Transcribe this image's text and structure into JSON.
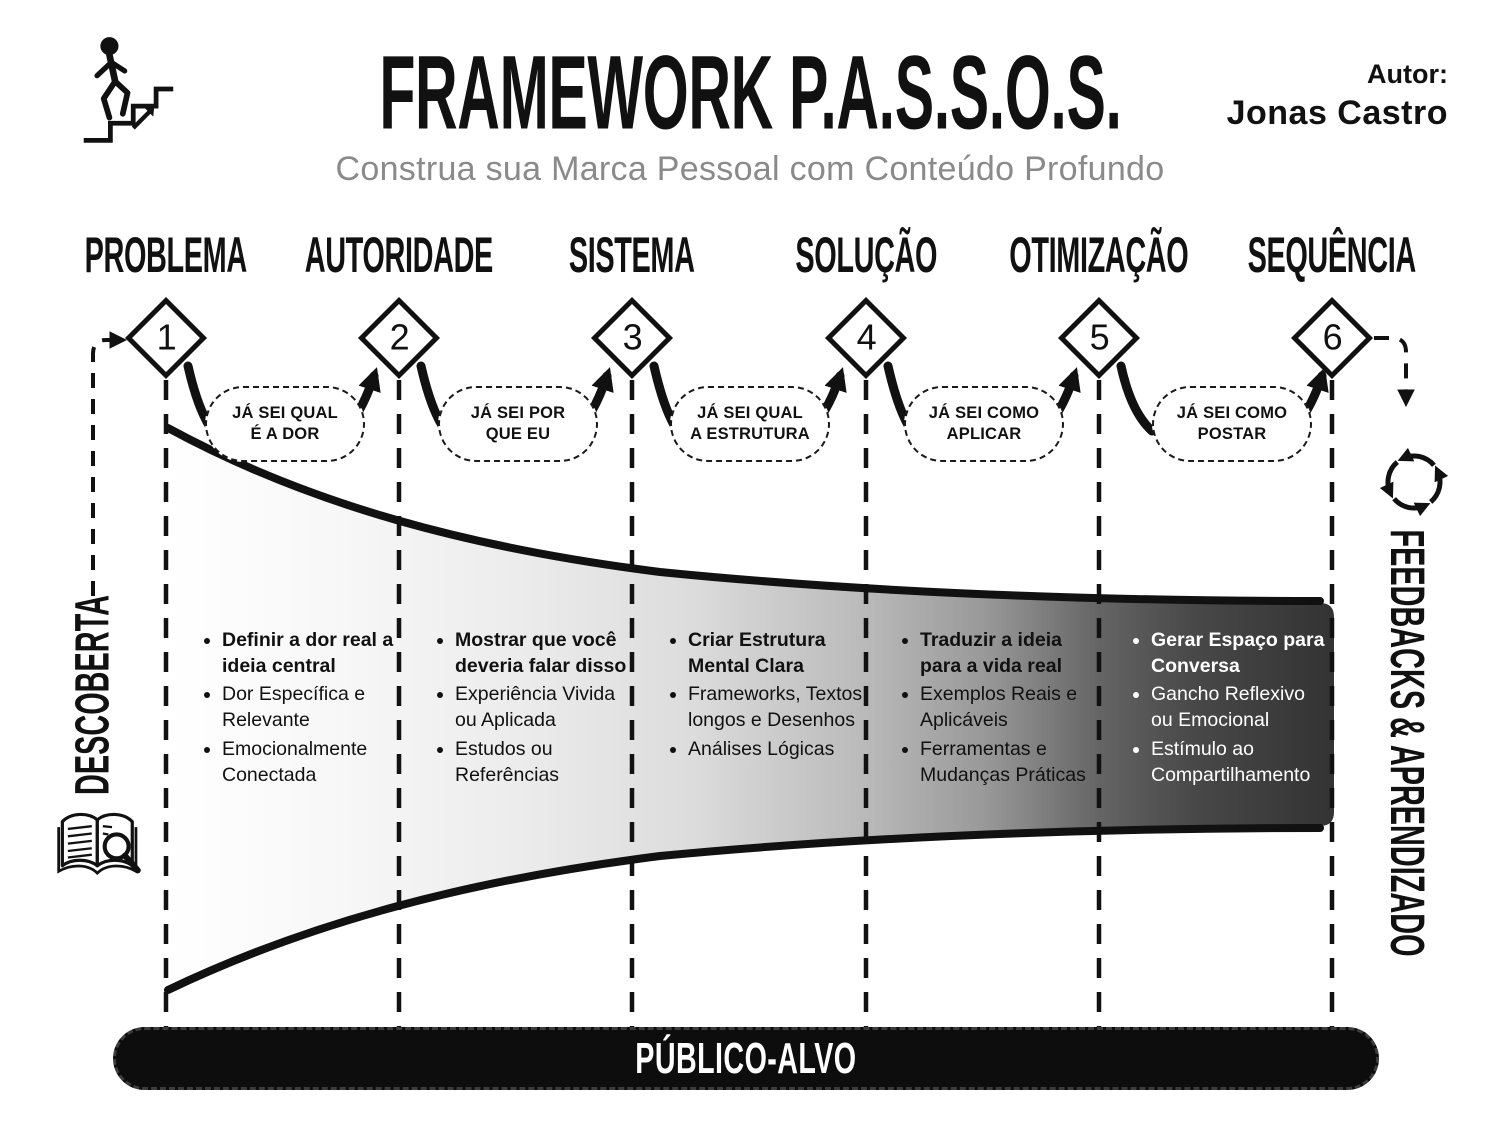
{
  "header": {
    "title": "FRAMEWORK P.A.S.S.O.S.",
    "subtitle": "Construa sua Marca Pessoal com Conteúdo Profundo",
    "author_label": "Autor:",
    "author_name": "Jonas Castro"
  },
  "stages": [
    {
      "number": "1",
      "label": "PROBLEMA",
      "lead": "Definir a dor real a ideia central",
      "points": [
        "Dor Específica e Relevante",
        "Emocionalmente Conectada"
      ]
    },
    {
      "number": "2",
      "label": "AUTORIDADE",
      "lead": "Mostrar que você deveria falar disso",
      "points": [
        "Experiência Vivida ou Aplicada",
        "Estudos ou Referências"
      ]
    },
    {
      "number": "3",
      "label": "SISTEMA",
      "lead": "Criar Estrutura Mental Clara",
      "points": [
        "Frameworks, Textos longos e Desenhos",
        "Análises Lógicas"
      ]
    },
    {
      "number": "4",
      "label": "SOLUÇÃO",
      "lead": "Traduzir a ideia para a vida real",
      "points": [
        "Exemplos Reais e Aplicáveis",
        "Ferramentas e Mudanças Práticas"
      ]
    },
    {
      "number": "5",
      "label": "OTIMIZAÇÃO",
      "lead": "Gerar Espaço para Conversa",
      "points": [
        "Gancho Reflexivo ou Emocional",
        "Estímulo ao Compartilhamento"
      ]
    },
    {
      "number": "6",
      "label": "SEQUÊNCIA",
      "lead": "",
      "points": [
        "",
        ""
      ]
    }
  ],
  "bubbles": [
    {
      "line1": "JÁ SEI QUAL",
      "line2": "É A DOR"
    },
    {
      "line1": "JÁ SEI POR",
      "line2": "QUE EU"
    },
    {
      "line1": "JÁ SEI QUAL",
      "line2": "A ESTRUTURA"
    },
    {
      "line1": "JÁ SEI COMO",
      "line2": "APLICAR"
    },
    {
      "line1": "JÁ SEI COMO",
      "line2": "POSTAR"
    }
  ],
  "left_rail": {
    "label": "DESCOBERTA"
  },
  "right_rail": {
    "label": "FEEDBACKS & APRENDIZADO"
  },
  "footer": {
    "label": "PÚBLICO-ALVO"
  },
  "icons": {
    "top_left": "person-climbing-stairs-icon",
    "bottom_left": "open-book-magnifier-icon",
    "right": "circular-arrows-cycle-icon"
  },
  "colors": {
    "ink": "#111111",
    "subtitle_gray": "#8a8a8a",
    "funnel_light": "#ffffff",
    "funnel_dark": "#333333",
    "footer_bg": "#0d0d0d",
    "footer_text": "#ffffff"
  }
}
